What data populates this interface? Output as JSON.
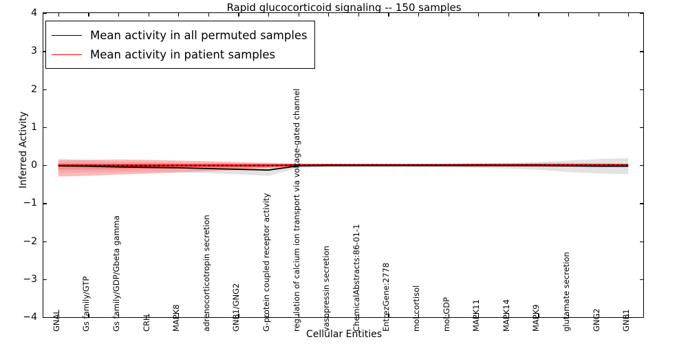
{
  "chart_data": {
    "type": "line",
    "title": "Rapid glucocorticoid signaling -- 150 samples",
    "xlabel": "Cellular Entities",
    "ylabel": "Inferred Activity",
    "ylim": [
      -4,
      4
    ],
    "yticks": [
      4,
      3,
      2,
      1,
      0,
      -1,
      -2,
      -3,
      -4
    ],
    "ytick_labels": [
      "4",
      "3",
      "2",
      "1",
      "0",
      "−1",
      "−2",
      "−3",
      "−4"
    ],
    "grid": false,
    "legend_position": "upper left",
    "legend": [
      {
        "label": "Mean activity in all permuted samples",
        "color": "#000000",
        "style": "solid"
      },
      {
        "label": "Mean activity in patient samples",
        "color": "#ff0000",
        "style": "solid"
      }
    ],
    "categories": [
      "GNAL",
      "Gs family/GTP",
      "Gs family/GDP/Gbeta gamma",
      "CRH",
      "MAPK8",
      "adrenocorticotropin secretion",
      "GNB1/GNG2",
      "G-protein coupled receptor activity",
      "regulation of calcium ion transport via voltage-gated channel",
      "vasopressin secretion",
      "ChemicalAbstracts:86-01-1",
      "EntrezGene:2778",
      "mol:cortisol",
      "mol:GDP",
      "MAPK11",
      "MAPK14",
      "MAPK9",
      "glutamate secretion",
      "GNG2",
      "GNB1"
    ],
    "series": [
      {
        "name": "Mean activity in all permuted samples",
        "color": "#000000",
        "values": [
          -0.02,
          -0.03,
          -0.05,
          -0.06,
          -0.07,
          -0.09,
          -0.11,
          -0.13,
          -0.02,
          -0.01,
          -0.01,
          -0.01,
          -0.01,
          -0.01,
          -0.01,
          -0.01,
          -0.01,
          -0.02,
          -0.03,
          -0.03
        ],
        "band_color": "#bfbfbf",
        "band_upper": [
          0.17,
          0.13,
          0.1,
          0.08,
          0.07,
          0.06,
          0.06,
          0.07,
          0.04,
          0.03,
          0.03,
          0.03,
          0.03,
          0.04,
          0.05,
          0.06,
          0.08,
          0.12,
          0.16,
          0.18
        ],
        "band_lower": [
          -0.21,
          -0.19,
          -0.18,
          -0.18,
          -0.19,
          -0.21,
          -0.24,
          -0.28,
          -0.08,
          -0.05,
          -0.05,
          -0.05,
          -0.05,
          -0.06,
          -0.07,
          -0.09,
          -0.12,
          -0.18,
          -0.22,
          -0.24
        ]
      },
      {
        "name": "Mean activity in patient samples",
        "color": "#ff0000",
        "values": [
          -0.01,
          -0.01,
          -0.01,
          -0.01,
          -0.01,
          -0.01,
          -0.01,
          -0.01,
          0.0,
          0.0,
          0.0,
          0.0,
          0.0,
          0.0,
          0.0,
          0.0,
          0.0,
          0.0,
          0.0,
          0.0
        ],
        "band_color": "#ff8080",
        "band_upper": [
          0.13,
          0.14,
          0.15,
          0.14,
          0.12,
          0.1,
          0.08,
          0.05,
          0.03,
          0.03,
          0.03,
          0.03,
          0.03,
          0.03,
          0.04,
          0.04,
          0.05,
          0.05,
          0.04,
          0.03
        ],
        "band_lower": [
          -0.3,
          -0.28,
          -0.25,
          -0.22,
          -0.19,
          -0.16,
          -0.13,
          -0.08,
          -0.03,
          -0.03,
          -0.03,
          -0.03,
          -0.03,
          -0.03,
          -0.04,
          -0.04,
          -0.05,
          -0.05,
          -0.04,
          -0.03
        ],
        "band_inner_upper": [
          0.06,
          0.06,
          0.06,
          0.06,
          0.05,
          0.05,
          0.04,
          0.03,
          0.02,
          0.02,
          0.02,
          0.02,
          0.02,
          0.02,
          0.02,
          0.02,
          0.03,
          0.03,
          0.02,
          0.02
        ],
        "band_inner_lower": [
          -0.12,
          -0.12,
          -0.11,
          -0.1,
          -0.09,
          -0.08,
          -0.07,
          -0.04,
          -0.02,
          -0.02,
          -0.02,
          -0.02,
          -0.02,
          -0.02,
          -0.02,
          -0.02,
          -0.03,
          -0.03,
          -0.02,
          -0.02
        ]
      }
    ]
  }
}
